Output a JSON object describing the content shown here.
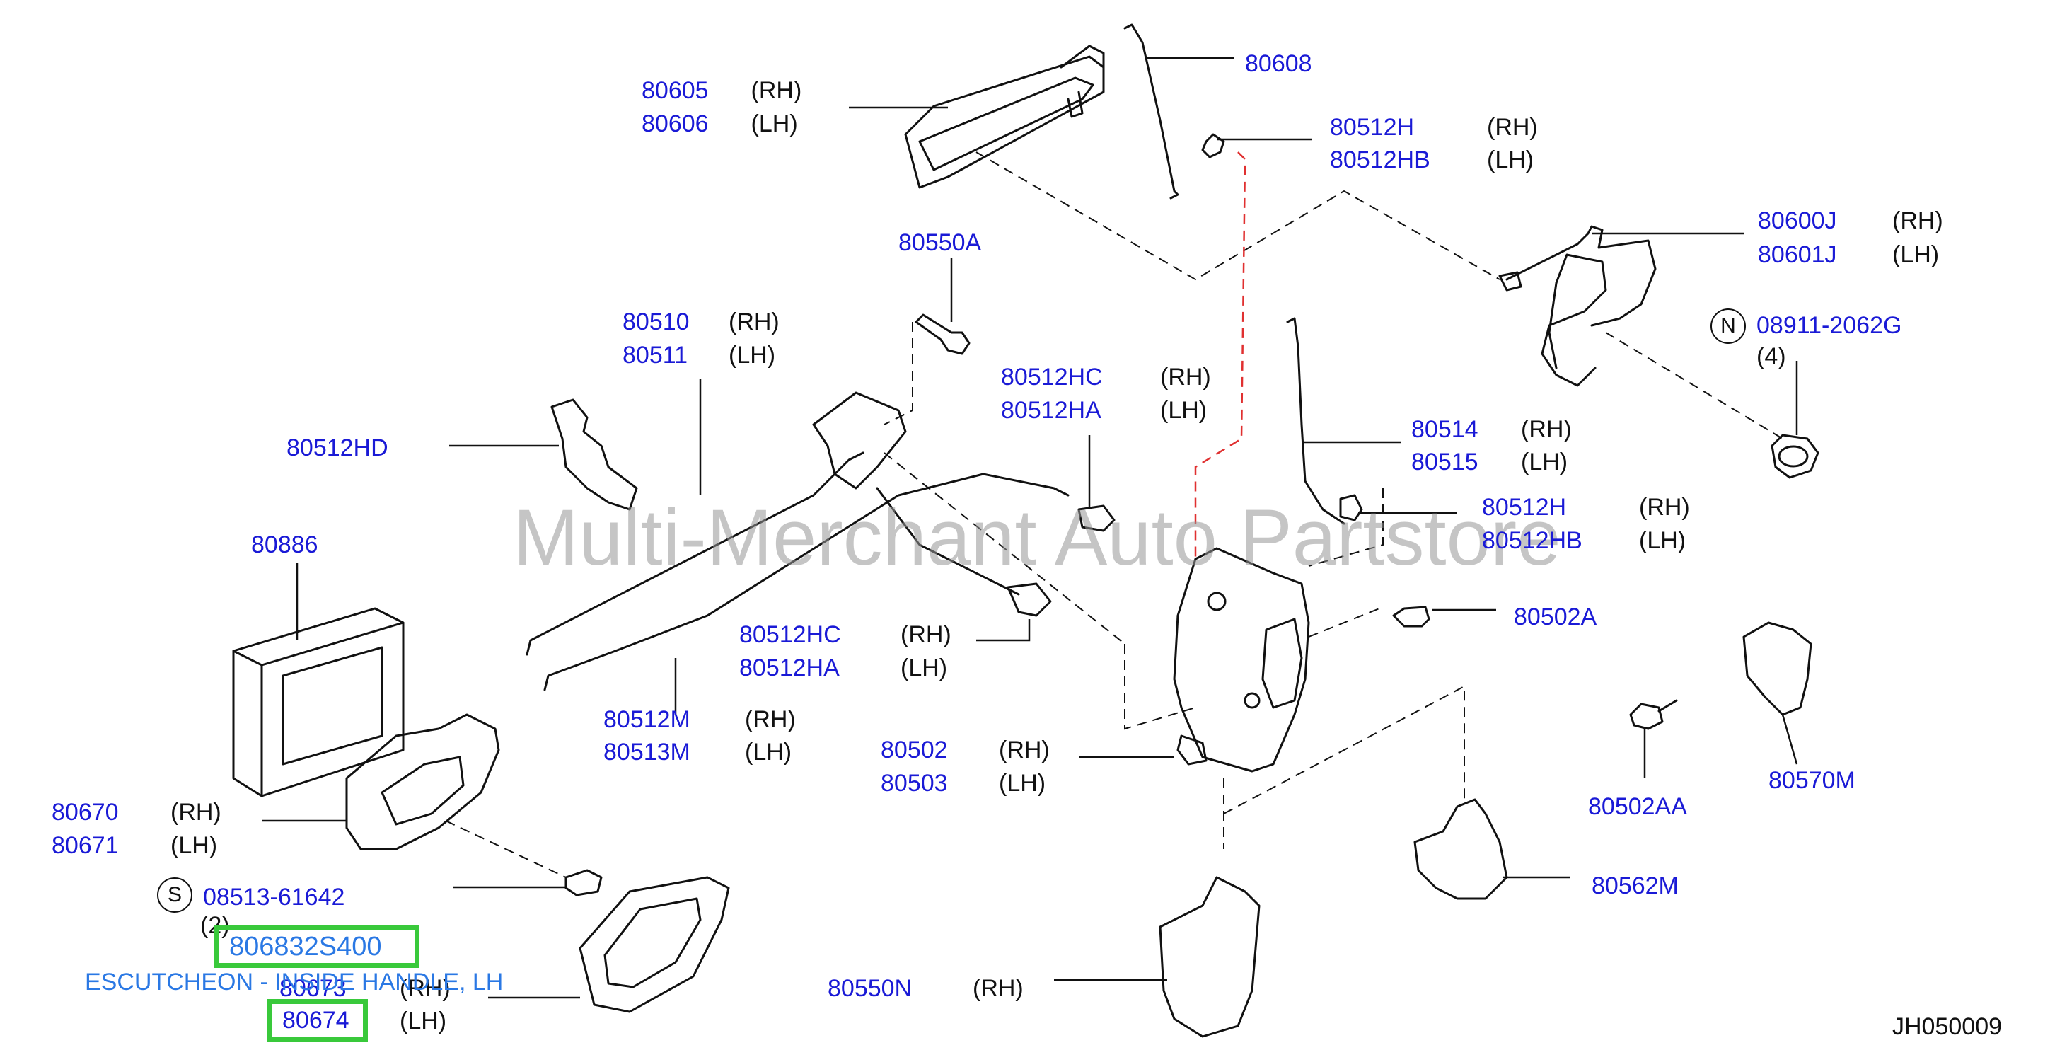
{
  "watermark": "Multi-Merchant Auto Partstore",
  "diagram_code": "JH050009",
  "tooltip": "ESCUTCHEON - INSIDE HANDLE, LH",
  "colors": {
    "part_number": "#1a1ad6",
    "highlight": "#39c93b",
    "tooltip": "#2a78e4",
    "dashed_red": "#e03030"
  },
  "callouts": [
    {
      "id": "80605",
      "pn": "80605",
      "side": "(RH)"
    },
    {
      "id": "80606",
      "pn": "80606",
      "side": "(LH)"
    },
    {
      "id": "80608",
      "pn": "80608",
      "side": ""
    },
    {
      "id": "80512H_top",
      "pn": "80512H",
      "side": "(RH)"
    },
    {
      "id": "80512HB_top",
      "pn": "80512HB",
      "side": "(LH)"
    },
    {
      "id": "80600J",
      "pn": "80600J",
      "side": "(RH)"
    },
    {
      "id": "80601J",
      "pn": "80601J",
      "side": "(LH)"
    },
    {
      "id": "80550A",
      "pn": "80550A",
      "side": ""
    },
    {
      "id": "08911",
      "pn": "08911-2062G",
      "side": ""
    },
    {
      "id": "80510",
      "pn": "80510",
      "side": "(RH)"
    },
    {
      "id": "80511",
      "pn": "80511",
      "side": "(LH)"
    },
    {
      "id": "80512HC_top",
      "pn": "80512HC",
      "side": "(RH)"
    },
    {
      "id": "80512HA_top",
      "pn": "80512HA",
      "side": "(LH)"
    },
    {
      "id": "80512HD",
      "pn": "80512HD",
      "side": ""
    },
    {
      "id": "80514",
      "pn": "80514",
      "side": "(RH)"
    },
    {
      "id": "80515",
      "pn": "80515",
      "side": "(LH)"
    },
    {
      "id": "80512H_mid",
      "pn": "80512H",
      "side": "(RH)"
    },
    {
      "id": "80512HB_mid",
      "pn": "80512HB",
      "side": "(LH)"
    },
    {
      "id": "80886",
      "pn": "80886",
      "side": ""
    },
    {
      "id": "80502A",
      "pn": "80502A",
      "side": ""
    },
    {
      "id": "80512HC_mid",
      "pn": "80512HC",
      "side": "(RH)"
    },
    {
      "id": "80512HA_mid",
      "pn": "80512HA",
      "side": "(LH)"
    },
    {
      "id": "80512M",
      "pn": "80512M",
      "side": "(RH)"
    },
    {
      "id": "80513M",
      "pn": "80513M",
      "side": "(LH)"
    },
    {
      "id": "80502",
      "pn": "80502",
      "side": "(RH)"
    },
    {
      "id": "80503",
      "pn": "80503",
      "side": "(LH)"
    },
    {
      "id": "80570M",
      "pn": "80570M",
      "side": ""
    },
    {
      "id": "80670",
      "pn": "80670",
      "side": "(RH)"
    },
    {
      "id": "80671",
      "pn": "80671",
      "side": "(LH)"
    },
    {
      "id": "80502AA",
      "pn": "80502AA",
      "side": ""
    },
    {
      "id": "08513",
      "pn": "08513-61642",
      "side": ""
    },
    {
      "id": "80562M",
      "pn": "80562M",
      "side": ""
    },
    {
      "id": "80673",
      "pn": "80673",
      "side": "(RH)"
    },
    {
      "id": "80550N",
      "pn": "80550N",
      "side": "(RH)"
    }
  ],
  "quantities": {
    "n_qty": "(4)",
    "s_qty": "(2)"
  },
  "symbols": {
    "n": "N",
    "s": "S"
  },
  "highlighted": {
    "top": "806832S400",
    "bottom": "80674",
    "bottom_side": "(LH)"
  }
}
